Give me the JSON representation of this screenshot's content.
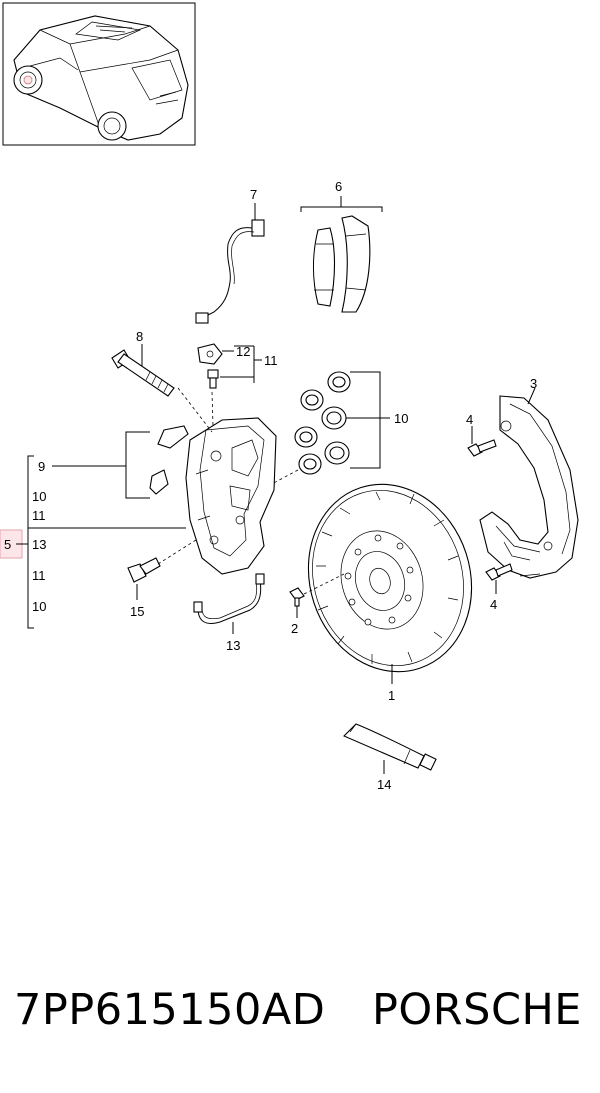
{
  "callouts": {
    "c1": "1",
    "c2": "2",
    "c3": "3",
    "c4a": "4",
    "c4b": "4",
    "c5": "5",
    "c6": "6",
    "c7": "7",
    "c8": "8",
    "c9": "9",
    "c10_pistons": "10",
    "c11_bleed": "11",
    "c12": "12",
    "c13_hose": "13",
    "c14": "14",
    "c15": "15",
    "list": [
      "10",
      "11",
      "13",
      "11",
      "10"
    ]
  },
  "footer": {
    "part_number": "7PP615150AD",
    "brand": "PORSCHE"
  },
  "colors": {
    "highlight_fill": "#fde6ea",
    "highlight_border": "#e6a3ad",
    "line": "#000000"
  }
}
